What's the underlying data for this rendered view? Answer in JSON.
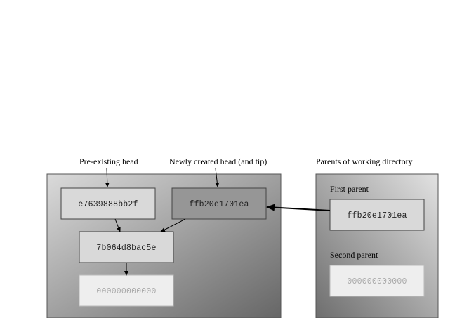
{
  "labels": {
    "pre_existing_head": "Pre-existing head",
    "newly_created_head": "Newly created head (and tip)",
    "parents_of_working_directory": "Parents of working directory",
    "first_parent": "First parent",
    "second_parent": "Second parent"
  },
  "repository": {
    "commits": {
      "pre_existing_head": "e7639888bb2f",
      "new_head": "ffb20e1701ea",
      "base": "7b064d8bac5e",
      "null": "000000000000"
    }
  },
  "working_directory": {
    "first_parent": "ffb20e1701ea",
    "second_parent": "000000000000"
  },
  "colors": {
    "repo_panel_light": "#d6d6d6",
    "repo_panel_dark": "#6a6a6a",
    "node_default": "#d9d9d9",
    "node_new_head": "#969696",
    "node_null": "#eeeeee",
    "null_text": "#a8a8a8"
  }
}
